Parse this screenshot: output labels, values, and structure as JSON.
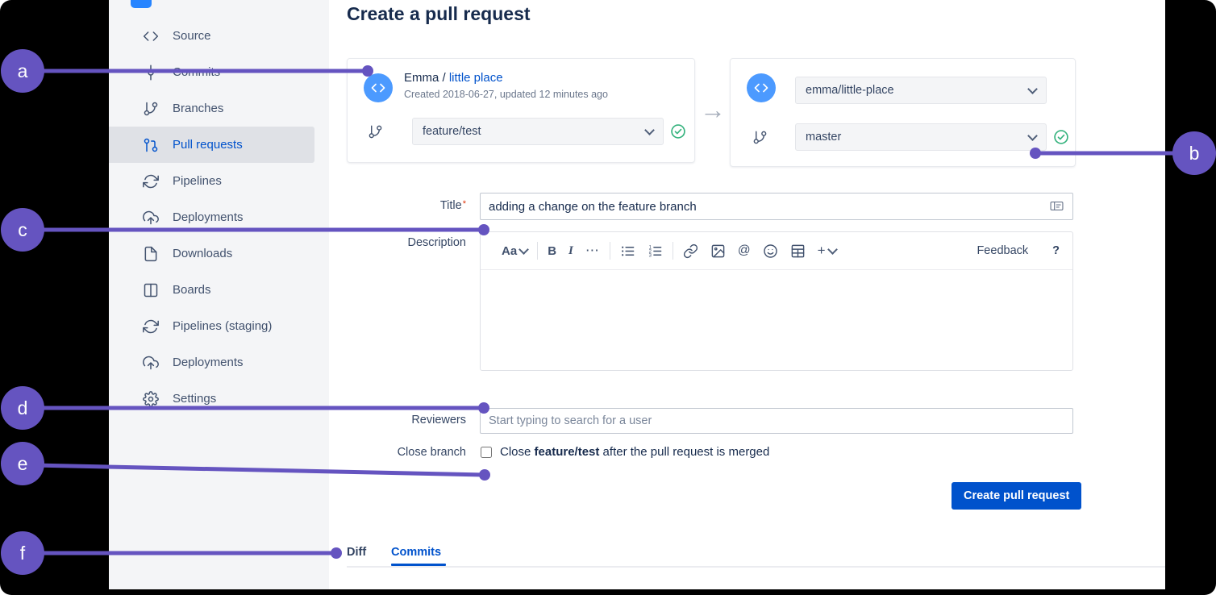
{
  "colors": {
    "accent": "#6554C0",
    "primary": "#0052CC",
    "success": "#36B37E"
  },
  "annotations": {
    "items": [
      {
        "label": "a"
      },
      {
        "label": "b"
      },
      {
        "label": "c"
      },
      {
        "label": "d"
      },
      {
        "label": "e"
      },
      {
        "label": "f"
      }
    ]
  },
  "header": {
    "title": "Create a pull request"
  },
  "sidebar": {
    "items": [
      {
        "label": "Source"
      },
      {
        "label": "Commits"
      },
      {
        "label": "Branches"
      },
      {
        "label": "Pull requests"
      },
      {
        "label": "Pipelines"
      },
      {
        "label": "Deployments"
      },
      {
        "label": "Downloads"
      },
      {
        "label": "Boards"
      },
      {
        "label": "Pipelines (staging)"
      },
      {
        "label": "Deployments"
      },
      {
        "label": "Settings"
      }
    ]
  },
  "source_card": {
    "repo_owner": "Emma / ",
    "repo_name": "little place",
    "meta": "Created 2018-06-27, updated 12 minutes ago",
    "branch": "feature/test"
  },
  "dest_card": {
    "repo": "emma/little-place",
    "branch": "master"
  },
  "form": {
    "title_label": "Title",
    "title_value": "adding a change on the feature branch",
    "description_label": "Description",
    "reviewers_label": "Reviewers",
    "reviewers_placeholder": "Start typing to search for a user",
    "close_branch_label": "Close branch",
    "close_prefix": "Close ",
    "close_branch_name": "feature/test",
    "close_suffix": " after the pull request is merged",
    "submit_label": "Create pull request"
  },
  "editor": {
    "style_label": "Aa",
    "bold_label": "B",
    "italic_label": "I",
    "more_label": "⋯",
    "mention_label": "@",
    "plus_label": "+",
    "feedback_label": "Feedback",
    "help_label": "?"
  },
  "tabs": [
    {
      "label": "Diff"
    },
    {
      "label": "Commits"
    }
  ]
}
